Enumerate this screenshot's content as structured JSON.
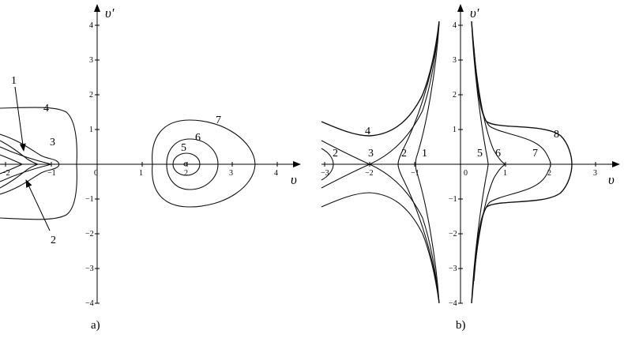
{
  "panels": [
    {
      "id": "a",
      "caption": "a)",
      "x_axis_label": "υ",
      "y_axis_label": "υ'",
      "x_ticks": [
        "−2",
        "−1",
        "0",
        "1",
        "2",
        "3",
        "4"
      ],
      "y_ticks": [
        "4",
        "3",
        "2",
        "1",
        "−1",
        "−2",
        "−3",
        "−4"
      ],
      "curve_labels": [
        "1",
        "2",
        "3",
        "4",
        "5",
        "6",
        "7"
      ]
    },
    {
      "id": "b",
      "caption": "b)",
      "x_axis_label": "υ",
      "y_axis_label": "υ'",
      "x_ticks": [
        "−3",
        "−2",
        "−1",
        "0",
        "1",
        "2",
        "3"
      ],
      "y_ticks": [
        "4",
        "3",
        "2",
        "1",
        "−1",
        "−2",
        "−3",
        "−4"
      ],
      "curve_labels": [
        "2",
        "3",
        "4",
        "2",
        "1",
        "5",
        "6",
        "7",
        "8"
      ]
    }
  ]
}
